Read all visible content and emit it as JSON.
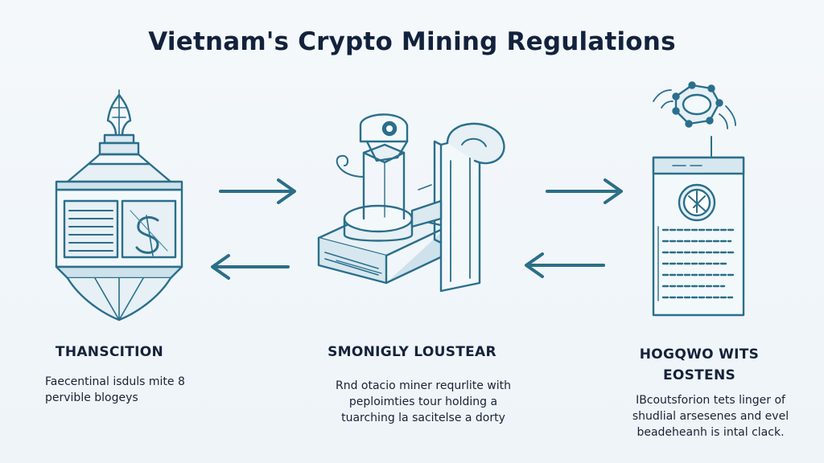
{
  "title": "Vietnam's Crypto Mining Regulations",
  "colors": {
    "stroke": "#2a6f8c",
    "stroke_light": "#4b8ea8",
    "fill_light": "#dbe9f0",
    "arrow": "#2b6e87",
    "text": "#13223c"
  },
  "arrows": [
    {
      "direction": "right",
      "position": "left-top"
    },
    {
      "direction": "left",
      "position": "left-bottom"
    },
    {
      "direction": "right",
      "position": "right-top"
    },
    {
      "direction": "left",
      "position": "right-bottom"
    }
  ],
  "columns": [
    {
      "icon": "shield-crest-icon",
      "heading_lines": [
        "THANSCITION"
      ],
      "text_lines": [
        "Faecentinal isduls mite 8",
        "pervible blogeys"
      ]
    },
    {
      "icon": "mining-machine-icon",
      "heading_lines": [
        "SMONIGLY LOUSTEAR"
      ],
      "text_lines": [
        "Rnd otacio miner requrlite with",
        "peploimties tour holding a",
        "tuarching la sacitelse a dorty"
      ]
    },
    {
      "icon": "regulation-document-icon",
      "heading_lines": [
        "HOGQWO WITS",
        "EOSTENS"
      ],
      "text_lines": [
        "IBcoutsforion tets linger of",
        "shudlial arsesenes and evel",
        "beadeheanh is intal clack."
      ]
    }
  ]
}
